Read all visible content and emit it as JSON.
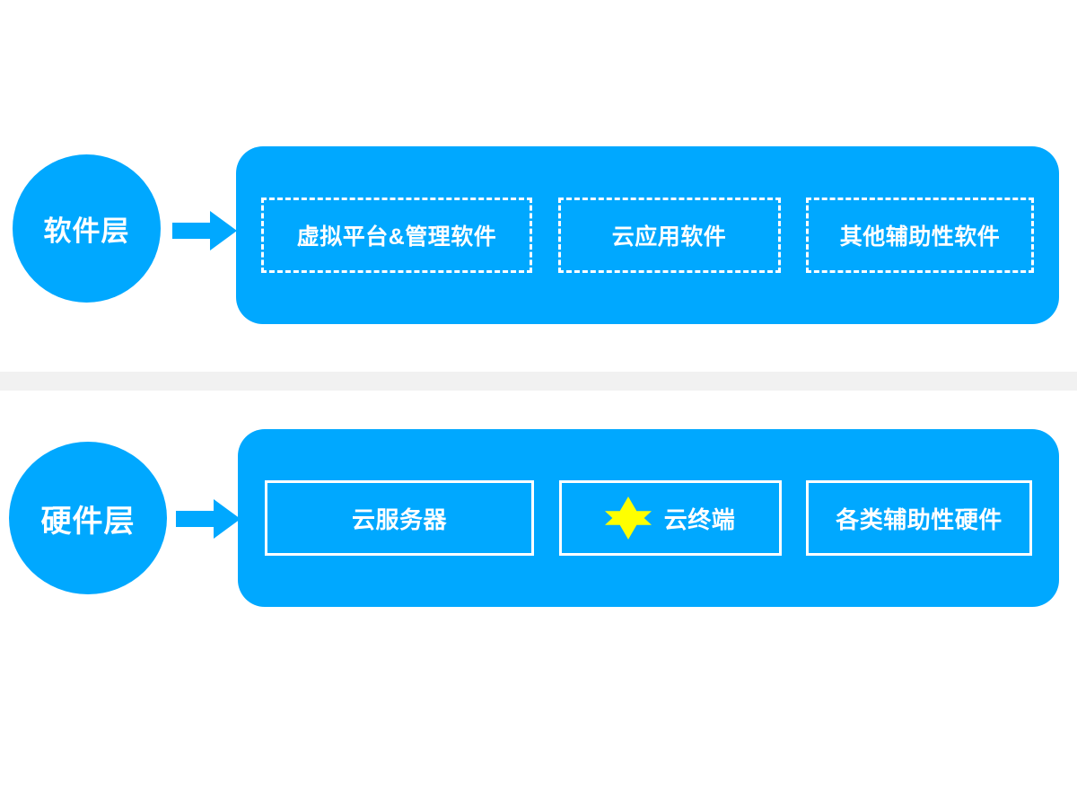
{
  "diagram": {
    "title_colors": {
      "accent_blue": "#00a8ff",
      "chip_border": "#ffffff",
      "star_yellow": "#ffff00",
      "divider_gray": "#f1f1f1",
      "text_white": "#ffffff"
    },
    "layers": [
      {
        "id": "software",
        "label": "软件层",
        "arrow_icon": "right-arrow-icon",
        "chip_style": "dashed",
        "items": [
          {
            "label": "虚拟平台&管理软件",
            "icon": null
          },
          {
            "label": "云应用软件",
            "icon": null
          },
          {
            "label": "其他辅助性软件",
            "icon": null
          }
        ]
      },
      {
        "id": "hardware",
        "label": "硬件层",
        "arrow_icon": "right-arrow-icon",
        "chip_style": "solid",
        "items": [
          {
            "label": "云服务器",
            "icon": null
          },
          {
            "label": "云终端",
            "icon": "star-icon"
          },
          {
            "label": "各类辅助性硬件",
            "icon": null
          }
        ]
      }
    ]
  }
}
